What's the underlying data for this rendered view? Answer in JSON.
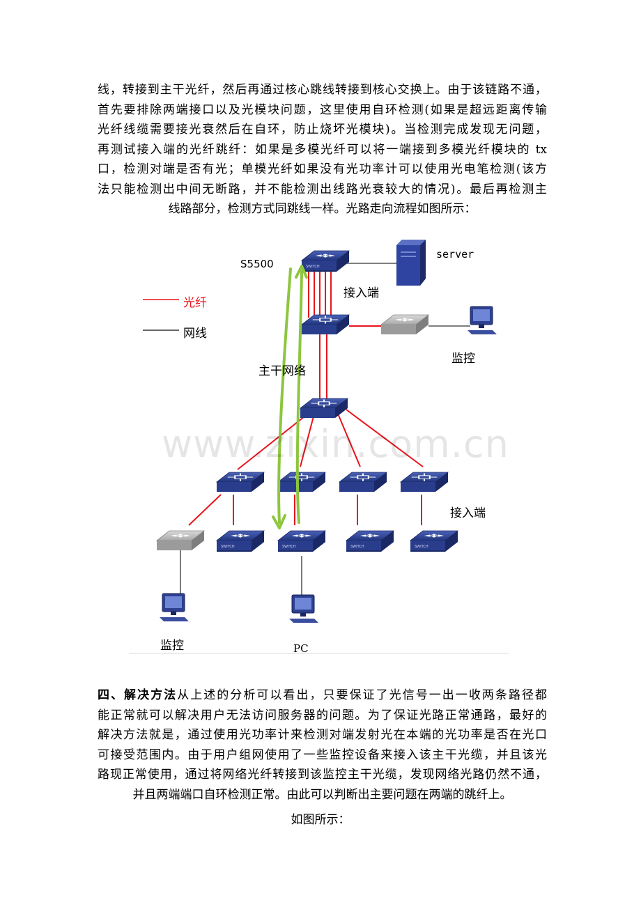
{
  "intro_lines": [
    "线，转接到主干光纤，然后再通过核心跳线转接到核心交换上。由于该链路不通，",
    "首先要排除两端接口以及光模块问题，这里使用自环检测(如果是超远距离传输",
    "光纤线缆需要接光衰然后在自环，防止烧坏光模块)。当检测完成发现无问题，",
    "再测试接入端的光纤跳纤：如果是多模光纤可以将一端接到多模光纤模块的 tx",
    "口，检测对端是否有光；单模光纤如果没有光功率计可以使用光电笔检测(该方",
    "法只能检测出中间无断路，并不能检测出线路光衰较大的情况)。最后再检测主",
    "线路部分，检测方式同跳线一样。光路走向流程如图所示："
  ],
  "diagram": {
    "label_core": "S5500",
    "label_server": "server",
    "label_access_top": "接入端",
    "label_backbone": "主干网络",
    "label_access_bottom": "接入端",
    "label_monitor_top": "监控",
    "label_monitor_bottom": "监控",
    "label_pc": "PC",
    "legend": {
      "fiber": "光纤",
      "cable": "网线"
    },
    "switch_text": "SWITCH",
    "watermark": "www.zixin.com.cn",
    "colors": {
      "fiber": "#e8141c",
      "cable": "#333333",
      "flow_arrow": "#8dc63f",
      "switch_blue": "#2b3f8f",
      "switch_gray": "#9a9a9a"
    }
  },
  "solution": {
    "heading": "四、解决方法",
    "lines": [
      "从上述的分析可以看出，只要保证了光信号一出一收两条路径都",
      "能正常就可以解决用户无法访问服务器的问题。为了保证光路正常通路，最好的",
      "解决方法就是，通过使用光功率计来检测对端发射光在本端的光功率是否在光口",
      "可接受范围内。由于用户组网使用了一些监控设备来接入该主干光缆，并且该光",
      "路现正常使用，通过将网络光纤转接到该监控主干光缆，发现网络光路仍然不通，",
      "并且两端端口自环检测正常。由此可以判断出主要问题在两端的跳纤上。"
    ],
    "caption": "如图所示："
  }
}
